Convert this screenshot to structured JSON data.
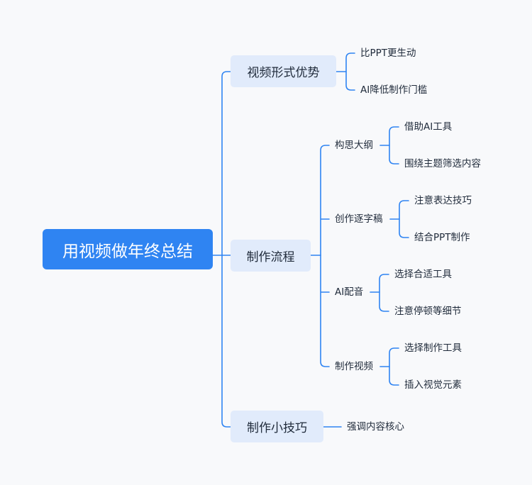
{
  "root": {
    "label": "用视频做年终总结"
  },
  "branches": [
    {
      "label": "视频形式优势",
      "leaves": [
        "比PPT更生动",
        "AI降低制作门槛"
      ]
    },
    {
      "label": "制作流程",
      "steps": [
        {
          "label": "构思大纲",
          "leaves": [
            "借助AI工具",
            "围绕主题筛选内容"
          ]
        },
        {
          "label": "创作逐字稿",
          "leaves": [
            "注意表达技巧",
            "结合PPT制作"
          ]
        },
        {
          "label": "AI配音",
          "leaves": [
            "选择合适工具",
            "注意停顿等细节"
          ]
        },
        {
          "label": "制作视频",
          "leaves": [
            "选择制作工具",
            "插入视觉元素"
          ]
        }
      ]
    },
    {
      "label": "制作小技巧",
      "leaves": [
        "强调内容核心"
      ]
    }
  ],
  "colors": {
    "line": "#2f84f2",
    "root_fill": "#2f84f2",
    "branch_fill": "#e1ebfb",
    "text": "#1f2a3a"
  }
}
